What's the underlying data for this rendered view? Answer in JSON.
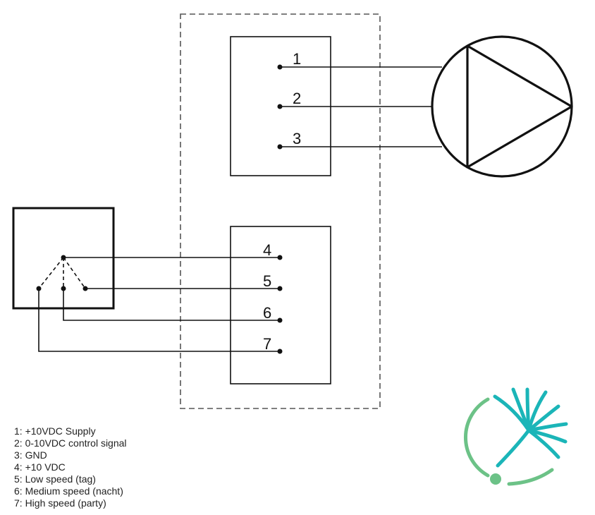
{
  "pins": {
    "p1": "1",
    "p2": "2",
    "p3": "3",
    "p4": "4",
    "p5": "5",
    "p6": "6",
    "p7": "7"
  },
  "legend": [
    "1: +10VDC Supply",
    "2: 0-10VDC control signal",
    "3: GND",
    "4: +10 VDC",
    "5: Low speed (tag)",
    "6: Medium speed (nacht)",
    "7: High speed (party)"
  ],
  "colors": {
    "line": "#111111",
    "dashed_frame": "#555555",
    "logo_teal": "#1bb5b8",
    "logo_green": "#6cc287"
  },
  "icons": {
    "motor": "fan-motor-symbol-icon",
    "switch": "three-position-switch-icon",
    "logo": "brand-logo-icon"
  }
}
